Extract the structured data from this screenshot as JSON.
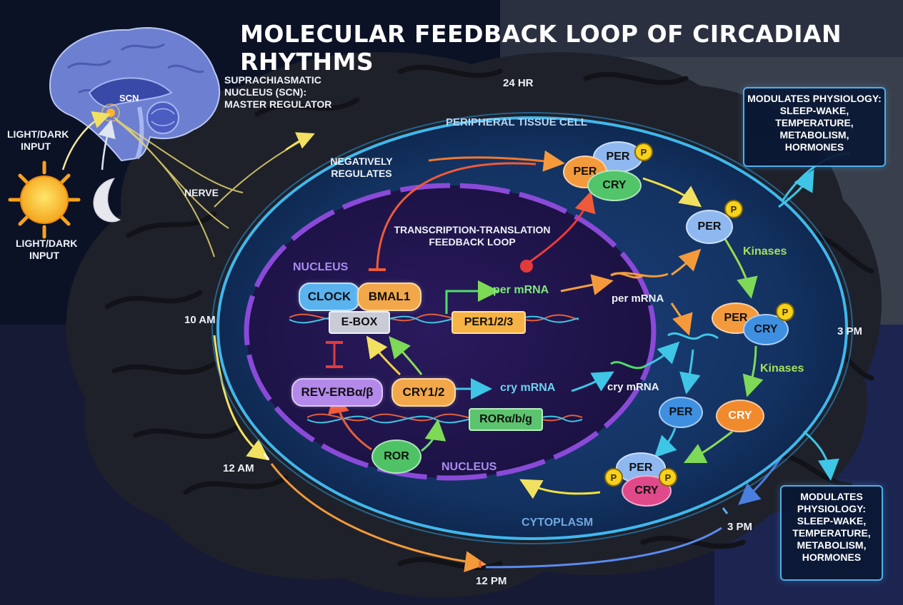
{
  "title": "MOLECULAR FEEDBACK LOOP OF CIRCADIAN RHYTHMS",
  "brain": {
    "scn": "SCN",
    "light_dark_top": "LIGHT/DARK\nINPUT",
    "light_dark_bottom": "LIGHT/DARK\nINPUT",
    "nerve": "NERVE",
    "scn_label": "SUPRACHIASMATIC\nNUCLEUS (SCN):\nMASTER REGULATOR"
  },
  "clock": {
    "t24": "24 HR",
    "t10am": "10 AM",
    "t12am": "12 AM",
    "t12pm": "12 PM",
    "t3pm_right": "3 PM",
    "t3pm_bottom": "3 PM"
  },
  "cell": {
    "label": "PERIPHERAL TISSUE CELL",
    "negatively": "NEGATIVELY\nREGULATES",
    "ttfl": "TRANSCRIPTION-TRANSLATION\nFEEDBACK LOOP",
    "nucleus_top": "NUCLEUS",
    "nucleus_bottom": "NUCLEUS",
    "cytoplasm": "CYTOPLASM"
  },
  "genes": {
    "clock": "CLOCK",
    "bmal1": "BMAL1",
    "ebox": "E-BOX",
    "per123": "PER1/2/3",
    "per_mrna_1": "per mRNA",
    "per_mrna_2": "per mRNA",
    "rev_erb": "REV-ERBα/β",
    "cry12": "CRY1/2",
    "cry_mrna_1": "cry mRNA",
    "cry_mrna_2": "cry mRNA",
    "ror_gene": "RORα/b/g",
    "ror": "ROR"
  },
  "proteins": {
    "per": "PER",
    "cry": "CRY",
    "p": "P",
    "kinases_1": "Kinases",
    "kinases_2": "Kinases"
  },
  "physiology": {
    "top": "MODULATES PHYSIOLOGY:\nSLEEP-WAKE,\nTEMPERATURE,\nMETABOLISM,\nHORMONES",
    "bottom": "MODULATES\nPHYSIOLOGY:\nSLEEP-WAKE,\nTEMPERATURE,\nMETABOLISM,\nHORMONES"
  },
  "colors": {
    "per_orange": "#f39a3c",
    "per_blue": "#8fb8f0",
    "cry_green": "#52c46a",
    "cry_blue": "#3e8fe0",
    "clock_blue": "#4aa6ea",
    "bmal_orange": "#f2a84a",
    "rev_purple": "#b07ee8",
    "ror_green": "#47b35c",
    "cyan_arrow": "#3fc6e6",
    "yellow_arrow": "#f2e060",
    "red_inhibit": "#e23b3b"
  }
}
